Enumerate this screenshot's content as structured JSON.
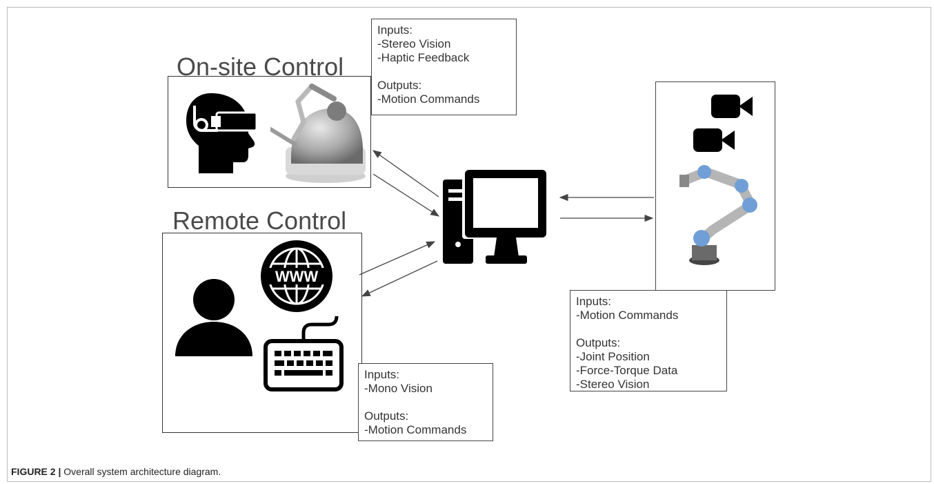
{
  "onsite": {
    "heading": "On-site Control",
    "io": {
      "inputs_label": "Inputs:",
      "inputs": [
        "-Stereo Vision",
        "-Haptic Feedback"
      ],
      "outputs_label": "Outputs:",
      "outputs": [
        "-Motion Commands"
      ]
    }
  },
  "remote": {
    "heading": "Remote Control",
    "io": {
      "inputs_label": "Inputs:",
      "inputs": [
        "-Mono Vision"
      ],
      "outputs_label": "Outputs:",
      "outputs": [
        "-Motion Commands"
      ]
    }
  },
  "robot": {
    "io": {
      "inputs_label": "Inputs:",
      "inputs": [
        "-Motion Commands"
      ],
      "outputs_label": "Outputs:",
      "outputs": [
        "-Joint Position",
        "-Force-Torque Data",
        "-Stereo Vision"
      ]
    }
  },
  "caption": {
    "label": "FIGURE 2 |",
    "text": " Overall system architecture diagram."
  },
  "icons": {
    "vr_head": "vr-headset-head-icon",
    "haptic": "haptic-device-icon",
    "user": "user-icon",
    "web": "www-globe-icon",
    "keyboard": "keyboard-icon",
    "computer": "desktop-computer-icon",
    "camera": "video-camera-icon",
    "robot": "robot-arm-icon"
  },
  "colors": {
    "robot_joint": "#6f9fd6",
    "icon_fill": "#000000"
  }
}
